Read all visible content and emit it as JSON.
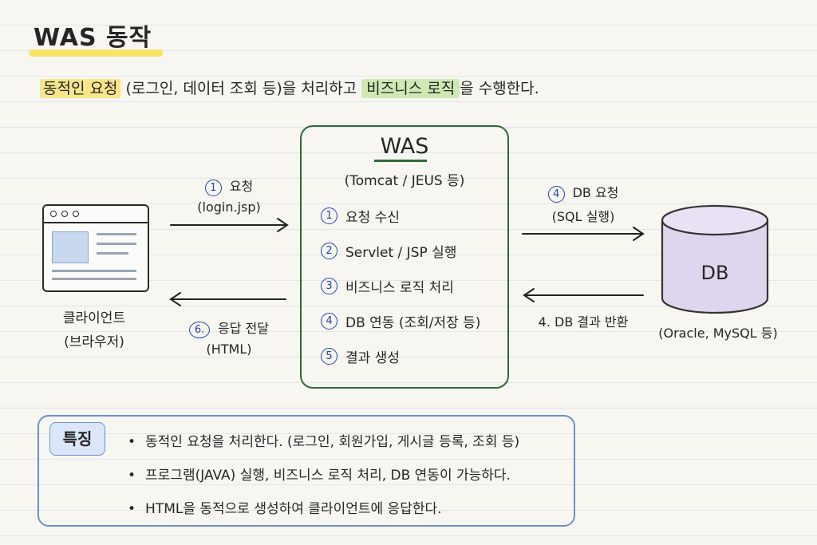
{
  "title": "WAS 동작",
  "intro": {
    "highlight1": "동적인 요청",
    "middle": "(로그인, 데이터 조회 등)을 처리하고",
    "highlight2": "비즈니스 로직",
    "end": "을 수행한다."
  },
  "client": {
    "label": "클라이언트",
    "sub": "(브라우저)"
  },
  "was": {
    "title": "WAS",
    "subtitle": "(Tomcat / JEUS 등)",
    "steps": [
      {
        "num": "1",
        "label": "요청 수신"
      },
      {
        "num": "2",
        "label": "Servlet / JSP 실행"
      },
      {
        "num": "3",
        "label": "비즈니스 로직 처리"
      },
      {
        "num": "4",
        "label": "DB 연동 (조회/저장 등)"
      },
      {
        "num": "5",
        "label": "결과 생성"
      }
    ]
  },
  "arrows": {
    "request": {
      "num": "1",
      "label": "요청",
      "sub": "(login.jsp)"
    },
    "response": {
      "num": "6.",
      "label": "응답 전달",
      "sub": "(HTML)"
    },
    "db_request": {
      "num": "4",
      "label": "DB 요청",
      "sub": "(SQL 실행)"
    },
    "db_return": {
      "label": "4. DB 결과 반환"
    }
  },
  "db": {
    "label": "DB",
    "sub": "(Oracle, MySQL 등)"
  },
  "features": {
    "tag": "특징",
    "items": [
      "동적인 요청을 처리한다. (로그인, 회원가입, 게시글 등록, 조회 등)",
      "프로그램(JAVA) 실행, 비즈니스 로직 처리, DB 연동이 가능하다.",
      "HTML을 동적으로 생성하여 클라이언트에 응답한다."
    ]
  },
  "colors": {
    "was_border": "#2e6a3a",
    "step_circle": "#2244aa",
    "feature_border": "#6d8fd1",
    "db_fill": "#ddd6ee"
  }
}
